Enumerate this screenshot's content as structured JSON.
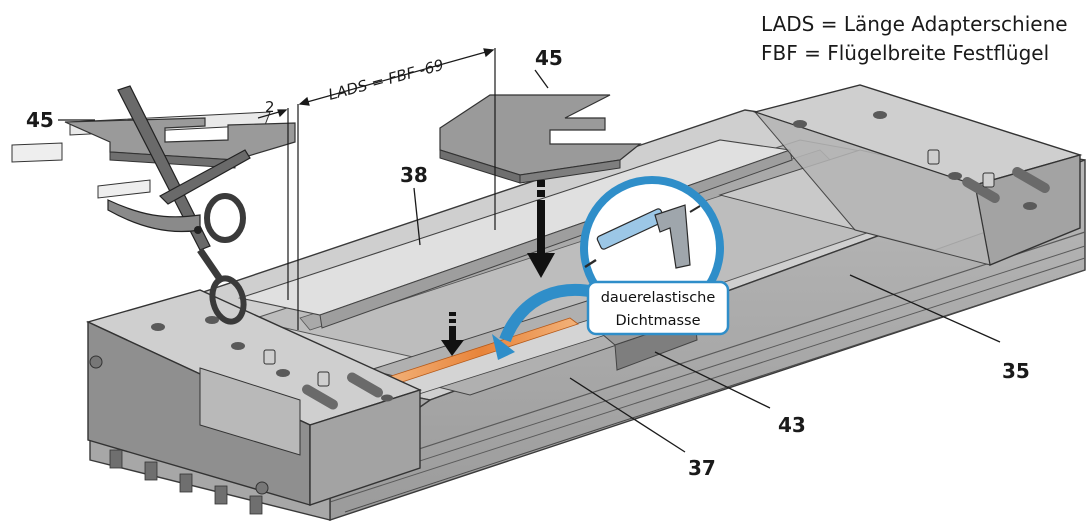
{
  "legend": {
    "line1": "LADS = Länge Adapterschiene",
    "line2": "FBF = Flügelbreite Festflügel"
  },
  "dimension": {
    "formula": "LADS = FBF -69",
    "offset": "2"
  },
  "callouts": {
    "c45_left": "45",
    "c45_top": "45",
    "c38": "38",
    "c35": "35",
    "c43": "43",
    "c37": "37"
  },
  "badge": {
    "line1": "dauerelastische",
    "line2": "Dichtmasse"
  },
  "colors": {
    "plate_light": "#d9d9d9",
    "plate_mid": "#b5b5b5",
    "plate_dark": "#8c8c8c",
    "accent_blue": "#2f8ec9",
    "sealant": "#e08a3c"
  },
  "icons": [
    "scissors-icon",
    "caulking-gun-icon",
    "arrow-down-icon",
    "curved-arrow-icon"
  ]
}
